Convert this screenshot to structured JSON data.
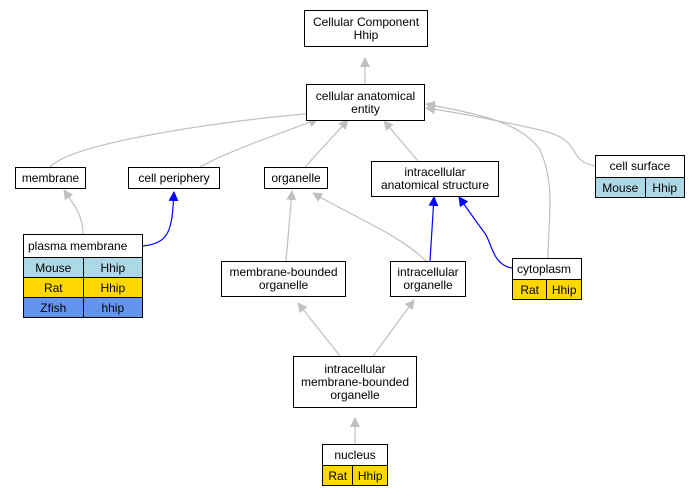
{
  "colors": {
    "edge_gray": "#c0c0c0",
    "edge_blue": "#0000ff",
    "mouse": "#add8e6",
    "rat": "#ffd700",
    "zfish": "#6495ed"
  },
  "nodes": {
    "root": {
      "line1": "Cellular Component",
      "line2": "Hhip"
    },
    "cae": {
      "line1": "cellular anatomical",
      "line2": "entity"
    },
    "membrane": {
      "label": "membrane"
    },
    "cell_periphery": {
      "label": "cell periphery"
    },
    "organelle": {
      "label": "organelle"
    },
    "ias": {
      "line1": "intracellular",
      "line2": "anatomical structure"
    },
    "cell_surface": {
      "label": "cell surface"
    },
    "plasma_membrane": {
      "label": "plasma membrane"
    },
    "mbo": {
      "line1": "membrane-bounded",
      "line2": "organelle"
    },
    "io": {
      "line1": "intracellular",
      "line2": "organelle"
    },
    "cytoplasm": {
      "label": "cytoplasm"
    },
    "imbo": {
      "line1": "intracellular",
      "line2": "membrane-bounded",
      "line3": "organelle"
    },
    "nucleus": {
      "label": "nucleus"
    }
  },
  "annotations": {
    "cell_surface": [
      {
        "species": "Mouse",
        "gene": "Hhip",
        "color": "#add8e6"
      }
    ],
    "plasma_membrane": [
      {
        "species": "Mouse",
        "gene": "Hhip",
        "color": "#add8e6"
      },
      {
        "species": "Rat",
        "gene": "Hhip",
        "color": "#ffd700"
      },
      {
        "species": "Zfish",
        "gene": "hhip",
        "color": "#6495ed"
      }
    ],
    "cytoplasm": [
      {
        "species": "Rat",
        "gene": "Hhip",
        "color": "#ffd700"
      }
    ],
    "nucleus": [
      {
        "species": "Rat",
        "gene": "Hhip",
        "color": "#ffd700"
      }
    ]
  }
}
